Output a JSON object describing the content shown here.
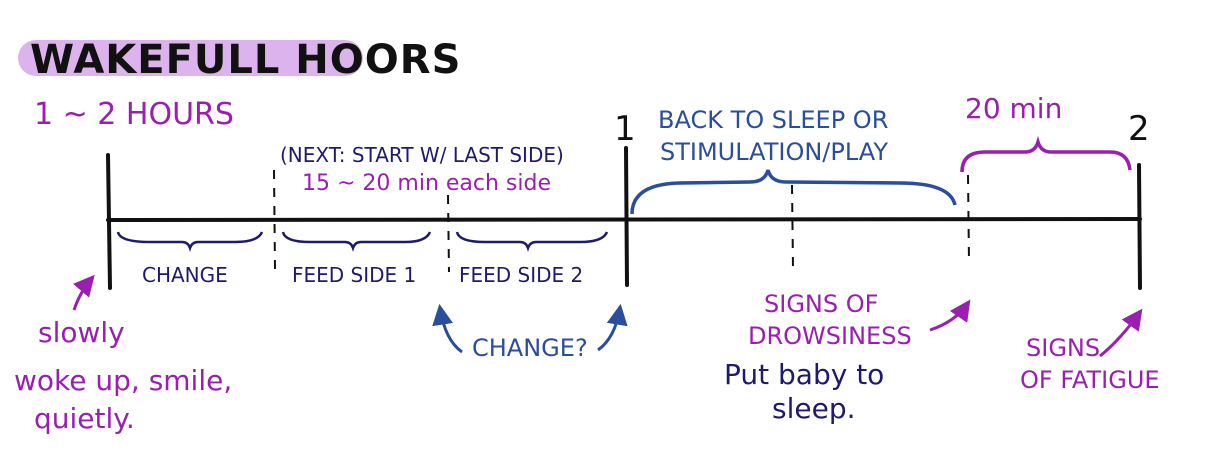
{
  "colors": {
    "purple": "#9a1fb0",
    "highlight": "#dcb3ec",
    "navy": "#1f1a6e",
    "blue": "#2a4d9c",
    "black": "#111111"
  },
  "title": "WAKEFULL HOORS",
  "duration": "1 ~ 2 HOURS",
  "marker_1": "1",
  "marker_2": "2",
  "segments": {
    "change": "CHANGE",
    "feed_side_1": "FEED SIDE 1",
    "feed_side_2": "FEED SIDE 2"
  },
  "feeding_note": {
    "line1": "(NEXT: START W/ LAST SIDE)",
    "line2": "15 ~ 20 min each side"
  },
  "change_question": "CHANGE?",
  "after_feed": {
    "line1": "BACK TO SLEEP OR",
    "line2": "STIMULATION/PLAY"
  },
  "twenty_min": "20 min",
  "woke_note": {
    "line1": "slowly",
    "line2": "woke up, smile,",
    "line3": "quietly."
  },
  "drowsiness": {
    "line1": "SIGNS OF",
    "line2": "DROWSINESS"
  },
  "put_baby": {
    "line1": "Put baby to",
    "line2": "sleep."
  },
  "fatigue": {
    "line1": "SIGNS",
    "line2": "OF FATIGUE"
  }
}
